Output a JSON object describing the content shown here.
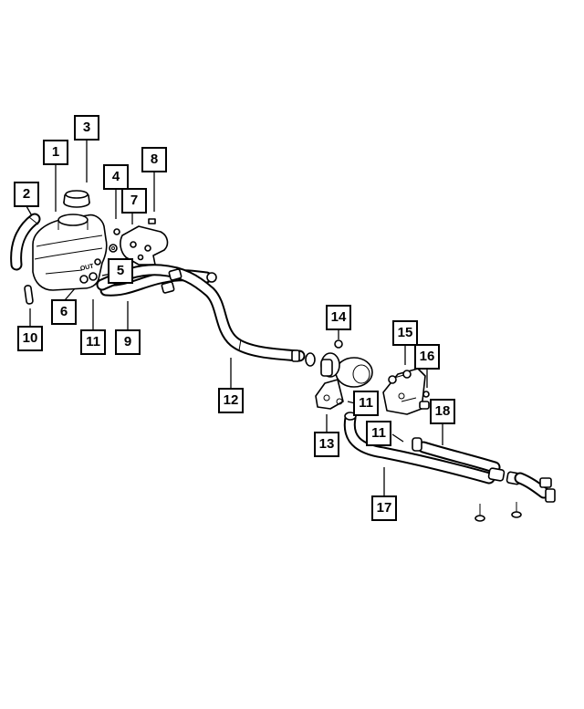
{
  "diagram": {
    "tank_marking": "OUT",
    "callouts": [
      {
        "id": "c1",
        "label": "1"
      },
      {
        "id": "c2",
        "label": "2"
      },
      {
        "id": "c3",
        "label": "3"
      },
      {
        "id": "c4",
        "label": "4"
      },
      {
        "id": "c5",
        "label": "5"
      },
      {
        "id": "c6",
        "label": "6"
      },
      {
        "id": "c7",
        "label": "7"
      },
      {
        "id": "c8",
        "label": "8"
      },
      {
        "id": "c9",
        "label": "9"
      },
      {
        "id": "c10",
        "label": "10"
      },
      {
        "id": "c11a",
        "label": "11"
      },
      {
        "id": "c11b",
        "label": "11"
      },
      {
        "id": "c11c",
        "label": "11"
      },
      {
        "id": "c12",
        "label": "12"
      },
      {
        "id": "c13",
        "label": "13"
      },
      {
        "id": "c14",
        "label": "14"
      },
      {
        "id": "c15",
        "label": "15"
      },
      {
        "id": "c16",
        "label": "16"
      },
      {
        "id": "c17",
        "label": "17"
      },
      {
        "id": "c18",
        "label": "18"
      }
    ]
  }
}
